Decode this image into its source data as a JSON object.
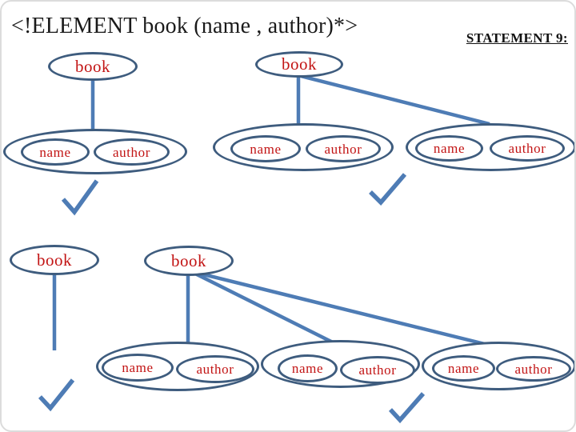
{
  "header": {
    "title": "<!ELEMENT book (name , author)*>",
    "statement": "STATEMENT 9:"
  },
  "icons": {
    "checkmark": "✓"
  },
  "colors": {
    "ellipse_stroke": "#3E5C7E",
    "connector_blue": "#4E7CB5",
    "label_red": "#C21414",
    "title_black": "#1A1A1A"
  },
  "diagram": {
    "trees": [
      {
        "id": "top-left",
        "root": "book",
        "groups": [
          [
            "name",
            "author"
          ]
        ],
        "checked": true
      },
      {
        "id": "top-middle",
        "root": "book",
        "groups": [
          [
            "name",
            "author"
          ],
          [
            "name",
            "author"
          ]
        ],
        "checked": true
      },
      {
        "id": "bottom-left",
        "root": "book",
        "groups": [],
        "checked": true
      },
      {
        "id": "bottom-right",
        "root": "book",
        "groups": [
          [
            "name",
            "author"
          ],
          [
            "name",
            "author"
          ],
          [
            "name",
            "author"
          ]
        ],
        "checked": true
      }
    ]
  }
}
